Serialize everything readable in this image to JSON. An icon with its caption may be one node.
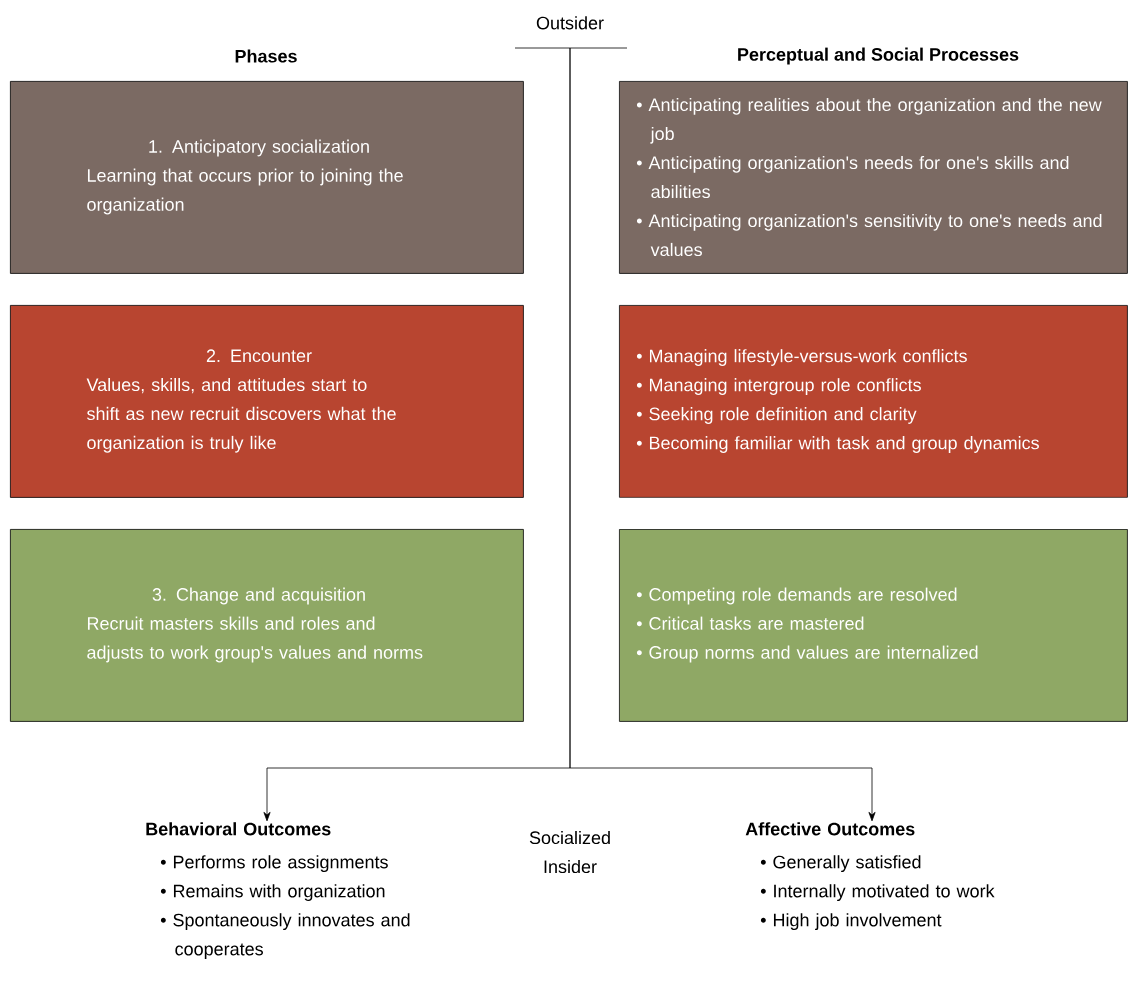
{
  "diagram": {
    "nodes": [
      {
        "text": [
          "Outsider"
        ]
      },
      {
        "text": [
          "1. Anticipatory socialization",
          "Learning that occurs prior to joining the organization"
        ]
      },
      {
        "text": [
          "2. Encounter",
          "Values, skills, and attitudes start to shift as new recruit discovers what the organization is truly like"
        ]
      },
      {
        "text": [
          "3. Change and acquisition",
          "Recruit masters skills and roles and adjusts to work group's values and norms"
        ]
      },
      {
        "text": [
          "• Anticipating realities about the organization and the new job",
          "• Anticipating organization's needs for one's skills and abilities",
          "• Anticipating organization's sensitivity to one's needs and values"
        ]
      },
      {
        "text": [
          "• Managing lifestyle-versus-work conflicts",
          "• Managing intergroup role conflicts",
          "• Seeking role definition and clarity",
          "• Becoming familiar with task and group dynamics"
        ]
      },
      {
        "text": [
          "• Competing role demands are resolved",
          "• Critical tasks are mastered",
          "• Group norms and values are internalized"
        ]
      },
      {
        "text": [
          "Behavioral Outcomes",
          "• Performs role assignments",
          "• Remains with organization",
          "• Spontaneously innovates and cooperates"
        ]
      },
      {
        "text": [
          "Affective Outcomes",
          "• Generally satisfied",
          "• Internally motivated to work",
          "• High job involvement"
        ]
      }
    ],
    "edges": [
      {
        "from": 0,
        "to": 7,
        "arrow": "to"
      },
      {
        "from": 0,
        "to": 8,
        "arrow": "to"
      }
    ],
    "labels": [
      "Phases",
      "Perceptual and Social Processes",
      "Socialized Insider"
    ]
  }
}
